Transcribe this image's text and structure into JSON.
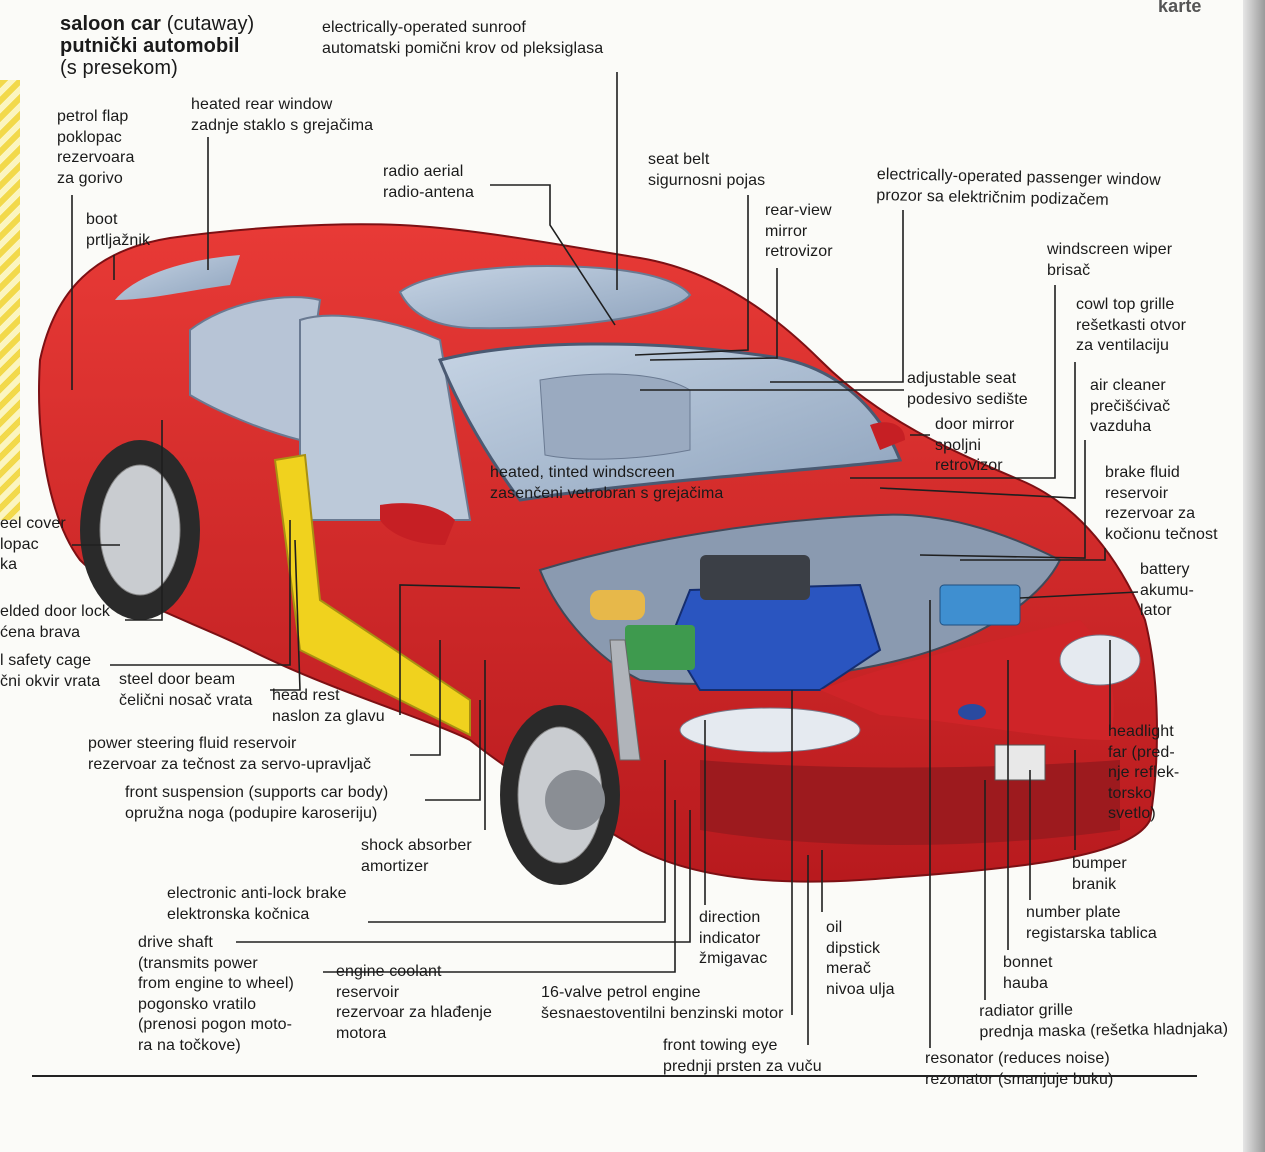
{
  "corner_word": "karte",
  "title": {
    "en": "saloon car",
    "en_note": "(cutaway)",
    "sr": "putnički automobil",
    "sr_note": "(s presekom)"
  },
  "labels": {
    "sunroof": [
      "electrically-operated sunroof",
      "automatski pomični krov od pleksiglasa"
    ],
    "petrol_flap": [
      "petrol flap",
      "poklopac",
      "rezervoara",
      "za gorivo"
    ],
    "heated_rear_window": [
      "heated rear window",
      "zadnje staklo s grejačima"
    ],
    "radio_aerial": [
      "radio aerial",
      "radio-antena"
    ],
    "seat_belt": [
      "seat belt",
      "sigurnosni pojas"
    ],
    "passenger_window": [
      "electrically-operated passenger window",
      "prozor sa električnim podizačem"
    ],
    "boot": [
      "boot",
      "prtljažnik"
    ],
    "rear_view_mirror": [
      "rear-view",
      "mirror",
      "retrovizor"
    ],
    "windscreen_wiper": [
      "windscreen wiper",
      "brisač"
    ],
    "cowl_top_grille": [
      "cowl top grille",
      "rešetkasti otvor",
      "za ventilaciju"
    ],
    "adjustable_seat": [
      "adjustable seat",
      "podesivo sedište"
    ],
    "air_cleaner": [
      "air cleaner",
      "prečišćivač",
      "vazduha"
    ],
    "door_mirror": [
      "door mirror",
      "spoljni",
      "retrovizor"
    ],
    "heated_windscreen": [
      "heated, tinted windscreen",
      "zasenčeni vetrobran s grejačima"
    ],
    "brake_fluid": [
      "brake fluid",
      "reservoir",
      "rezervoar za",
      "kočionu tečnost"
    ],
    "wheel_cover": [
      "eel cover",
      "lopac",
      "ka"
    ],
    "battery": [
      "battery",
      "akumu-",
      "lator"
    ],
    "door_lock": [
      "elded door lock",
      "ćena brava"
    ],
    "safety_cage": [
      "l safety cage",
      "čni okvir vrata"
    ],
    "door_beam": [
      "steel door beam",
      "čelični nosač vrata"
    ],
    "head_rest": [
      "head rest",
      "naslon za glavu"
    ],
    "headlight": [
      "headlight",
      "far (pred-",
      "nje reflek-",
      "torsko",
      "svetlo)"
    ],
    "power_steering": [
      "power steering fluid reservoir",
      "rezervoar za tečnost za servo-upravljač"
    ],
    "front_suspension": [
      "front suspension (supports car body)",
      "opružna noga (podupire karoseriju)"
    ],
    "shock_absorber": [
      "shock absorber",
      "amortizer"
    ],
    "bumper": [
      "bumper",
      "branik"
    ],
    "abs": [
      "electronic anti-lock brake",
      "elektronska kočnica"
    ],
    "number_plate": [
      "number plate",
      "registarska tablica"
    ],
    "direction_indicator": [
      "direction",
      "indicator",
      "žmigavac"
    ],
    "oil_dipstick": [
      "oil",
      "dipstick",
      "merač",
      "nivoa ulja"
    ],
    "drive_shaft": [
      "drive shaft",
      "(transmits power",
      "from engine to wheel)",
      "pogonsko vratilo",
      "(prenosi pogon moto-",
      "ra na točkove)"
    ],
    "coolant": [
      "engine coolant",
      "reservoir",
      "rezervoar za hlađenje",
      "motora"
    ],
    "bonnet": [
      "bonnet",
      "hauba"
    ],
    "engine": [
      "16-valve petrol engine",
      "šesnaestoventilni benzinski motor"
    ],
    "radiator_grille": [
      "radiator grille",
      "prednja maska (rešetka hladnjaka)"
    ],
    "towing_eye": [
      "front towing eye",
      "prednji prsten za vuču"
    ],
    "resonator": [
      "resonator (reduces noise)",
      "rezonator (smanjuje buku)"
    ]
  },
  "colors": {
    "body": "#d8262a",
    "body_dark": "#9e1418",
    "glass": "#9fb4cc",
    "interior": "#b7c4d6",
    "engine_block": "#2a55c0",
    "cage": "#f0d21e",
    "tyre": "#2a2a2a",
    "rim": "#c9ccd0"
  }
}
